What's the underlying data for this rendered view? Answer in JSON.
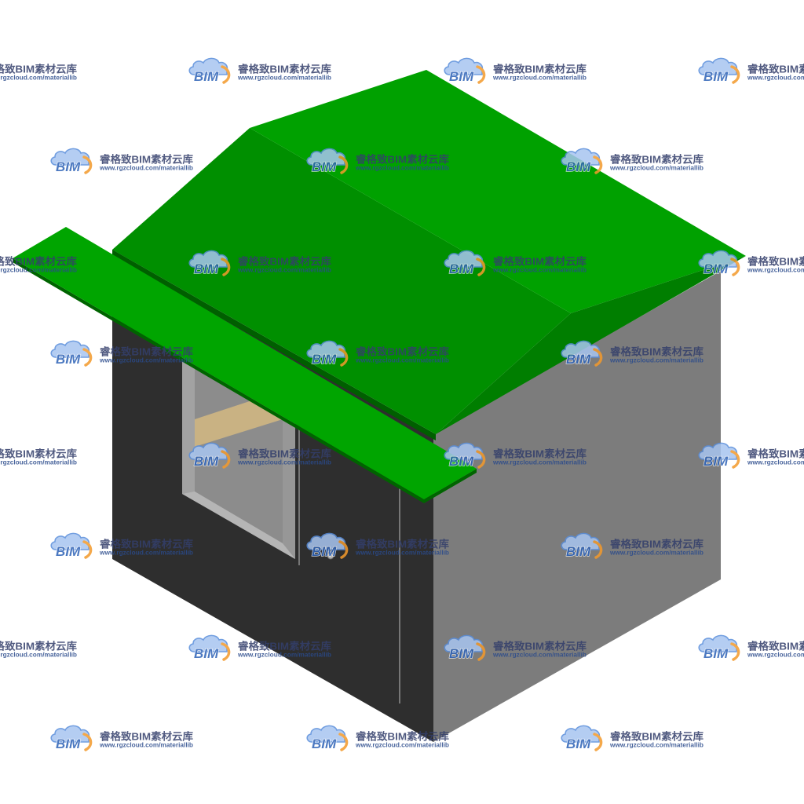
{
  "scene": {
    "background": "#ffffff"
  },
  "model_colors": {
    "roof_top_plane": "#00a100",
    "roof_front_plane": "#008f00",
    "roof_side_plane": "#007e00",
    "roof_edge": "#005f00",
    "eave_board_top": "#00a500",
    "eave_board_edge": "#006400",
    "front_wall": "#2e2e2e",
    "side_wall": "#7c7c7c",
    "window_frame": "#a2a2a2",
    "window_recess": "#8c8c8c",
    "window_jamb": "#979797",
    "window_sill": "#b5b5b5",
    "interior_panel": "#c9b283",
    "door_seam": "#767676",
    "door_handle": "#b3b3b3",
    "door_handle_outline": "#666666"
  },
  "watermark": {
    "logo_icon": "bim-cloud-logo-icon",
    "logo_text": "BIM",
    "title": "睿格致BIM素材云库",
    "url": "www.rgzcloud.com/materiallib",
    "colors": {
      "cloud_fill": "#a8c5f0",
      "cloud_stroke": "#5a8edb",
      "logo_text": "#2f64b7",
      "arc": "#f39a2d",
      "title": "#343f6c",
      "url": "#2b4b8c"
    }
  }
}
